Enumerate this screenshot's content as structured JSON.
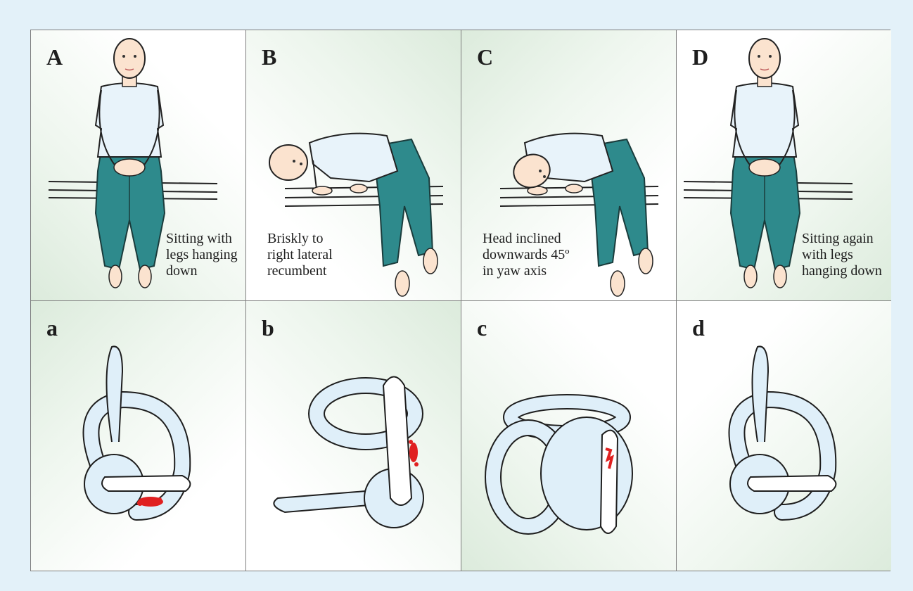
{
  "top_panels": [
    {
      "letter": "A",
      "caption": [
        "Sitting with",
        "legs hanging",
        "down"
      ]
    },
    {
      "letter": "B",
      "caption": [
        "Briskly to",
        "right lateral",
        "recumbent"
      ]
    },
    {
      "letter": "C",
      "caption": [
        "Head inclined",
        "downwards 45º",
        "in yaw axis"
      ]
    },
    {
      "letter": "D",
      "caption": [
        "Sitting again",
        "with legs",
        "hanging down"
      ]
    }
  ],
  "bottom_panels": [
    {
      "letter": "a"
    },
    {
      "letter": "b"
    },
    {
      "letter": "c"
    },
    {
      "letter": "d"
    }
  ],
  "colors": {
    "shirt": "#e8f3fa",
    "pants": "#2e8a8c",
    "skin": "#fbe3cf",
    "canal": "#dfeff9",
    "otoconia": "#e02020",
    "panel_green": "#dcebdc"
  }
}
